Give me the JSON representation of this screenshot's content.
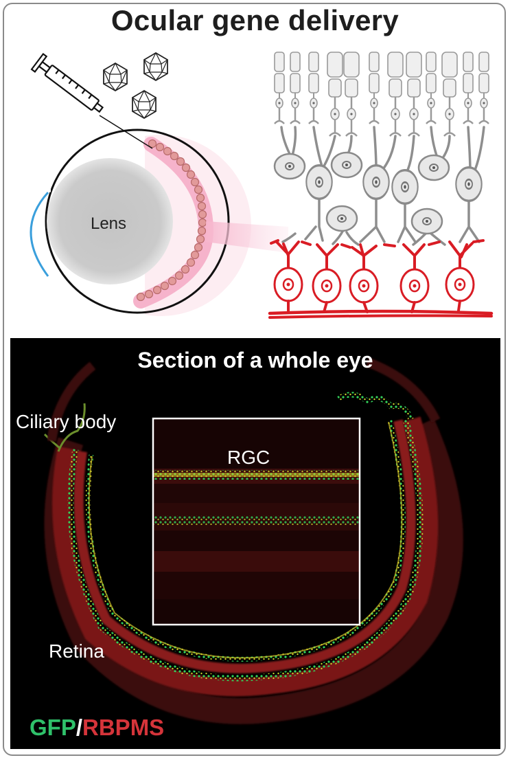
{
  "title": "Ocular gene delivery",
  "labels": {
    "lens": "Lens",
    "section_title": "Section of a whole eye",
    "ciliary_body": "Ciliary body",
    "rgc": "RGC",
    "retina": "Retina"
  },
  "legend": {
    "gfp": "GFP",
    "sep": "/",
    "rbpms": "RBPMS"
  },
  "colors": {
    "gfp": "#2fc16a",
    "rbpms": "#d5343a",
    "retina_pink": "#f4a6c0",
    "lens_gray": "#c8c8c8",
    "cell_gray": "#8e8e8e",
    "cornea_blue": "#4aa8e0"
  },
  "icons": [
    "syringe-icon",
    "virus-particle-icon"
  ]
}
